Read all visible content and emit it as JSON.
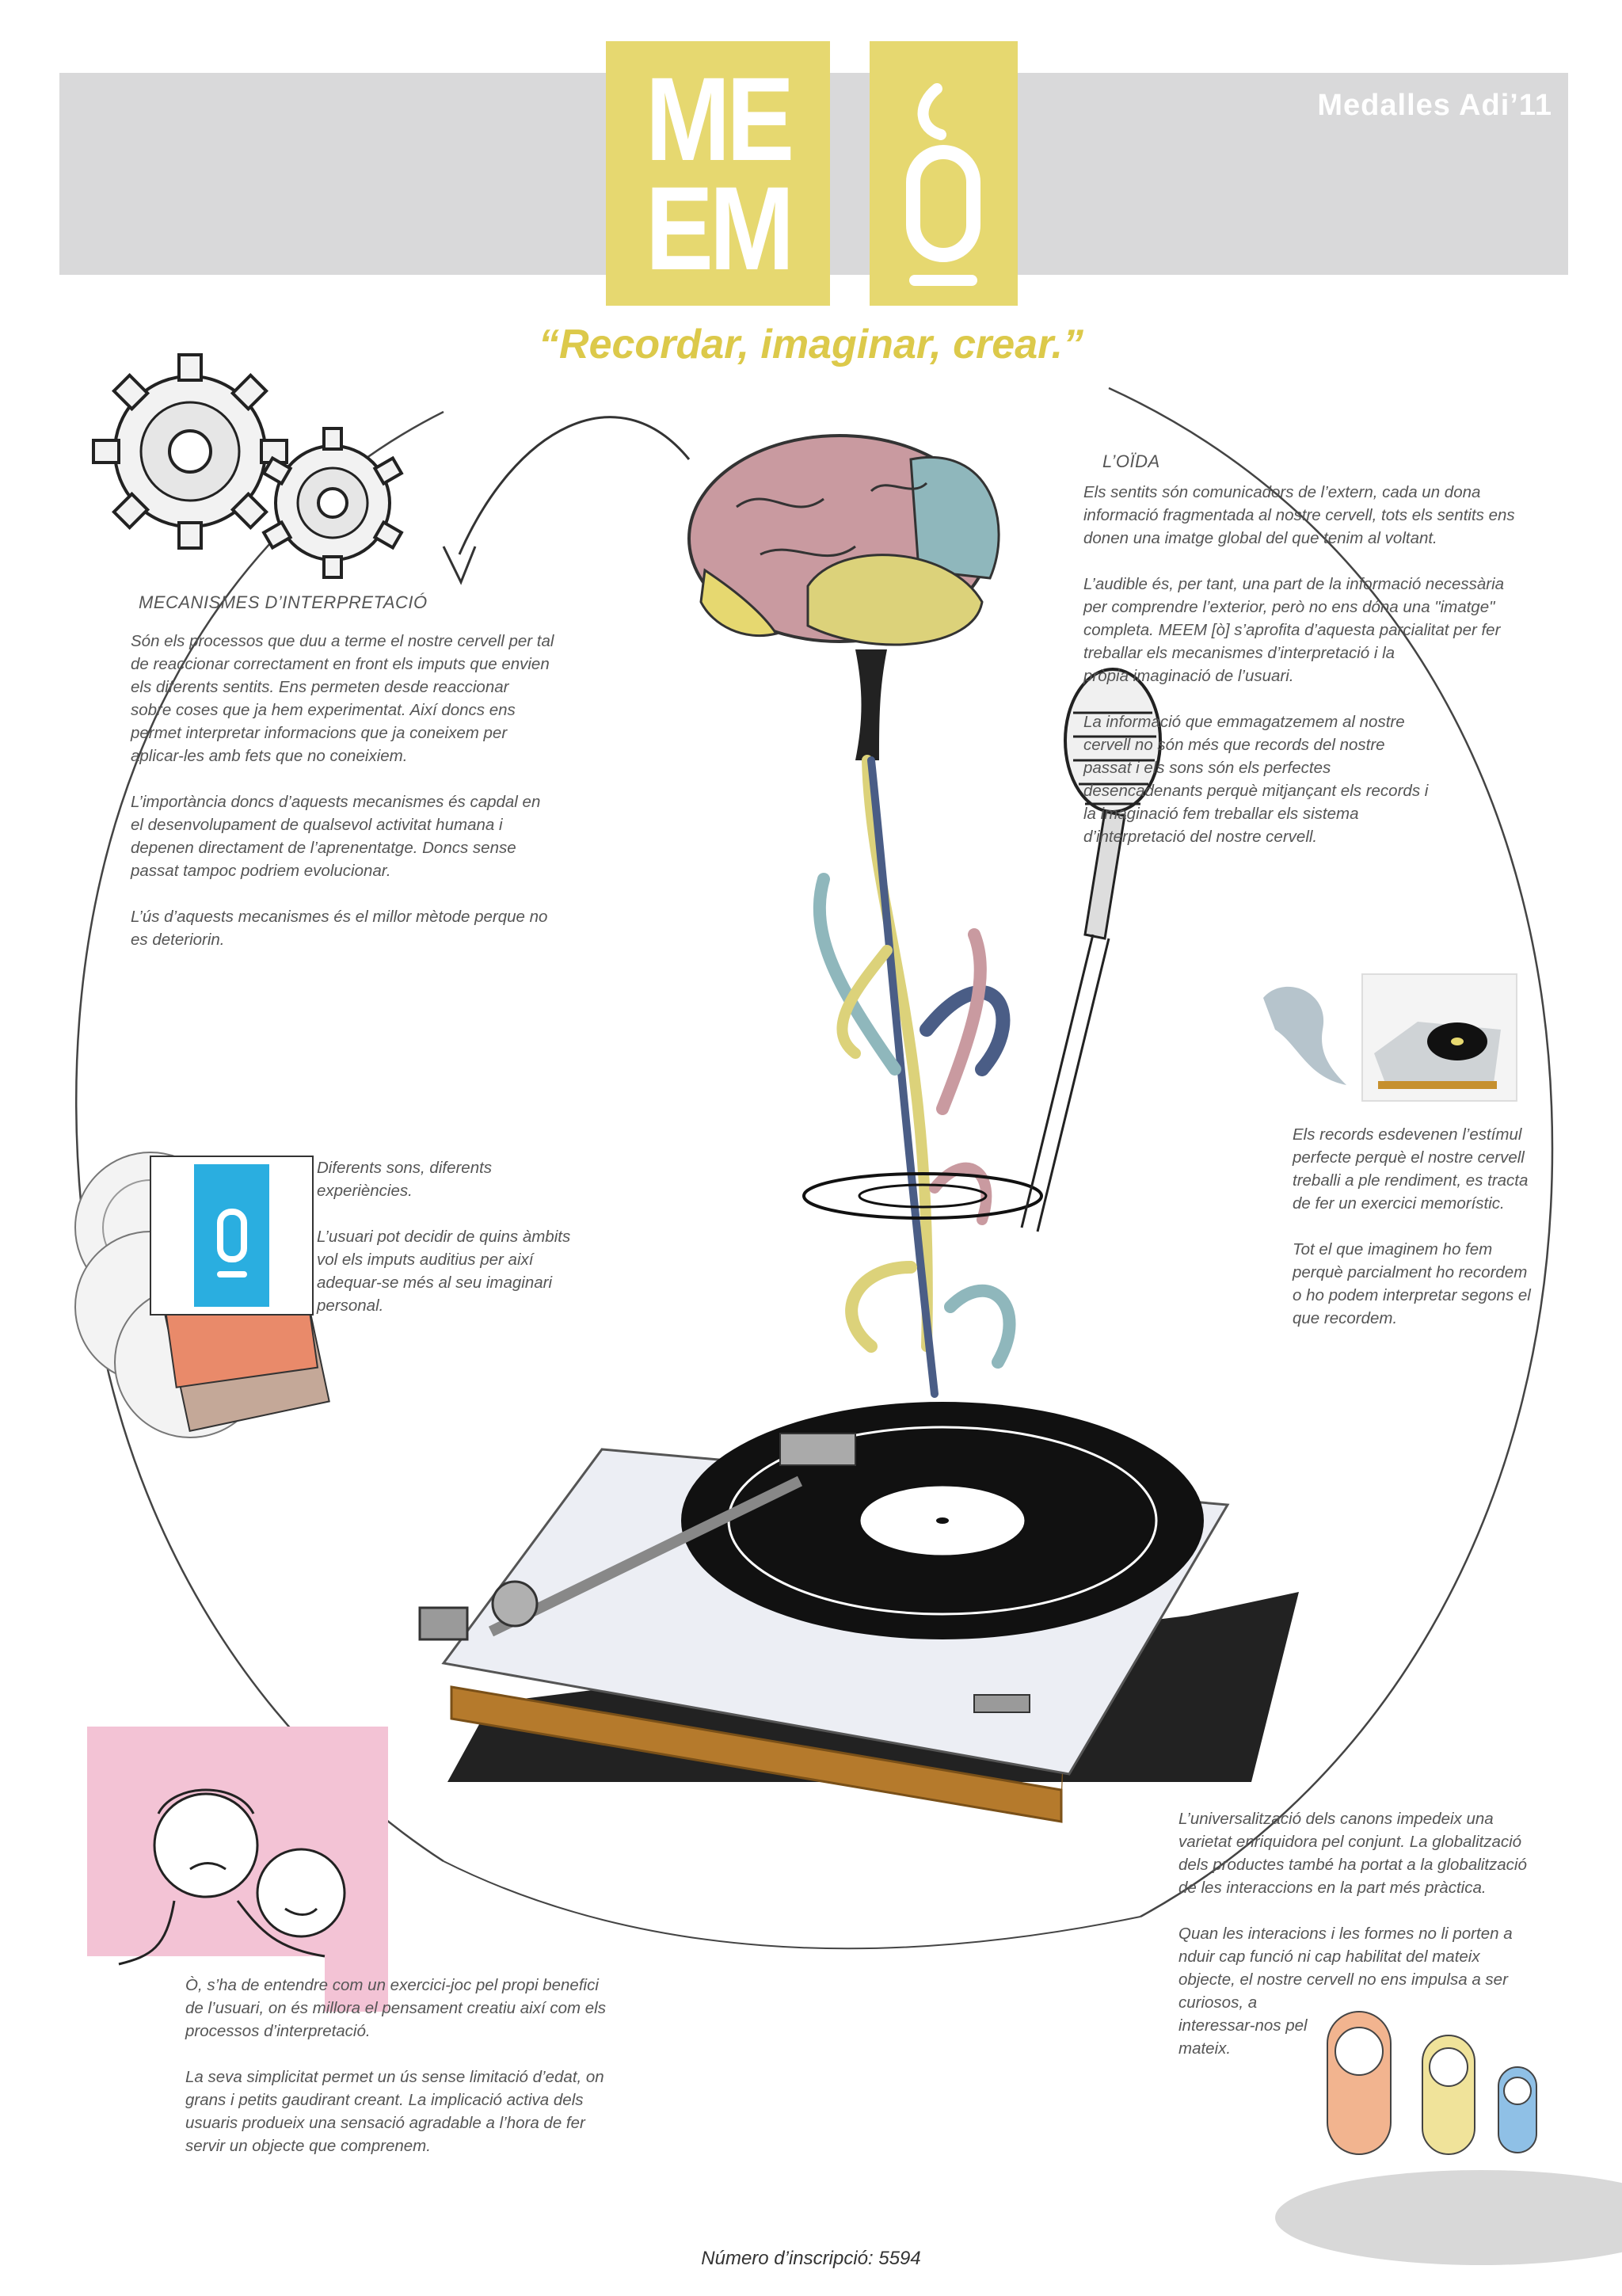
{
  "header": {
    "logo_letters": "ME\nEM",
    "award": "Medalles Adi’11"
  },
  "tagline": "“Recordar, imaginar, crear.”",
  "sections": {
    "mechanisms": {
      "title": "MECANISMES D’INTERPRETACIÓ",
      "body": "Són els processos que duu a terme el nostre cervell per tal\nde reaccionar correctament en front els imputs que envien\nels diferents sentits.  Ens permeten desde reaccionar\nsobre coses que ja hem experimentat. Així doncs ens\npermet interpretar informacions que ja coneixem per\naplicar-les amb fets que no coneixiem.\n\nL’importància doncs d’aquests mecanismes és  capdal en\nel desenvolupament de qualsevol activitat humana i\ndepenen directament de l’aprenentatge. Doncs sense\npassat tampoc podriem evolucionar.\n\nL’ús d’aquests mecanismes és el millor mètode perque no\nes deteriorin."
    },
    "hearing": {
      "title": "L’OÏDA",
      "body": "Els sentits són comunicadors de l’extern, cada un dona\ninformació fragmentada al nostre cervell, tots els sentits ens\ndonen una imatge global del que tenim al voltant.\n\nL’audible és, per tant, una part de la informació necessària\nper comprendre l’exterior, però no ens dóna una \"imatge\"\ncompleta. MEEM [ò] s’aprofita d’aquesta parcialitat per fer\ntreballar els mecanismes d’interpretació i la\npròpia imaginació de l’usuari.\n\nLa informació que emmagatzemem al nostre\ncervell no són més que records del nostre\npassat i els sons són els perfectes\ndesencadenants perquè mitjançant els records i\nla imaginació fem treballar els sistema\nd’interpretació del nostre cervell."
    },
    "sounds": {
      "body": "Diferents sons, diferents\nexperiències.\n\nL’usuari pot decidir de quins àmbits\nvol els imputs auditius per així\nadequar-se més al seu imaginari\npersonal."
    },
    "memories": {
      "body": "Els records esdevenen l’estímul\nperfecte perquè el nostre cervell\ntreballi a ple rendiment, es tracta\nde fer un exercici memorístic.\n\nTot el que imaginem ho fem\nperquè parcialment ho recordem\no ho podem interpretar segons el\nque recordem."
    },
    "game": {
      "body": "Ò, s’ha de entendre com un exercici-joc pel propi benefici\nde l’usuari, on és millora el pensament creatiu així com els\nprocessos d’interpretació.\n\nLa seva simplicitat permet un ús sense limitació d’edat, on\ngrans i petits gaudirant creant. La implicació activa dels\nusuaris produeix una sensació agradable a l’hora de fer\nservir un objecte que comprenem."
    },
    "universal": {
      "body": "L’universalització dels canons impedeix una\nvarietat enriquidora pel conjunt. La globalització\ndels productes també ha portat a la globalització\nde les interaccions en la part més pràctica.\n\nQuan les interacions i les formes no li porten a\nnduir cap funció ni cap habilitat del mateix\nobjecte, el nostre cervell no ens impulsa a ser\ncuriosos, a\ninteressar-nos pel\nmateix."
    }
  },
  "footer": {
    "registration": "Número d’inscripció: 5594"
  },
  "colors": {
    "logo_yellow": "#e6d870",
    "tagline_yellow": "#dcc94a",
    "header_gray": "#d9d9da",
    "brain_pink": "#c99aa0",
    "brain_teal": "#8fb7bc",
    "brain_yellow": "#dcd27a",
    "card_blue": "#2aaee0",
    "card_orange": "#e98a6a",
    "card_brown": "#c4a898",
    "pink_block": "#f3c3d5",
    "ribbon_navy": "#4a5d86"
  },
  "icons": [
    "gears-icon",
    "brain-icon",
    "microphone-icon",
    "turntable-icon",
    "vinyl-cards-icon",
    "family-portrait-icon",
    "nesting-dolls-icon",
    "turntable-photo",
    "water-drop-icon"
  ]
}
